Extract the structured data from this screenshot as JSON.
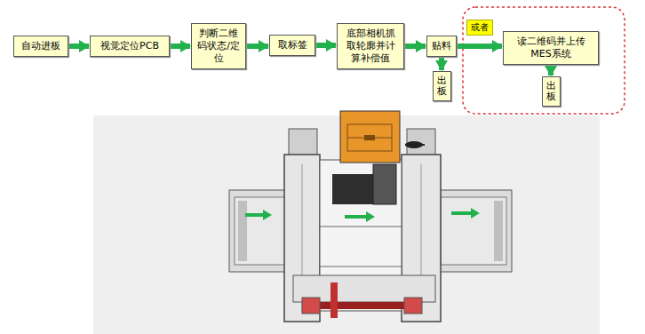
{
  "diagram": {
    "nodes": [
      {
        "text": [
          "自动进板"
        ]
      },
      {
        "text": [
          "视觉定位PCB"
        ]
      },
      {
        "text": [
          "判断二维码状态/定位"
        ]
      },
      {
        "text": [
          "取标签"
        ]
      },
      {
        "text": [
          "底部相机抓取轮廓并计算补偿值"
        ]
      },
      {
        "text": [
          "贴料"
        ]
      },
      {
        "text": [
          "出板"
        ]
      },
      {
        "text": [
          "读二维码并上传MES系统"
        ]
      },
      {
        "text": [
          "出板"
        ]
      }
    ],
    "edges": [
      {
        "from": 0,
        "to": 1,
        "arrow": "to"
      },
      {
        "from": 1,
        "to": 2,
        "arrow": "to"
      },
      {
        "from": 2,
        "to": 3,
        "arrow": "to"
      },
      {
        "from": 3,
        "to": 4,
        "arrow": "to"
      },
      {
        "from": 4,
        "to": 5,
        "arrow": "to"
      },
      {
        "from": 5,
        "to": 6,
        "arrow": "to"
      },
      {
        "from": 5,
        "to": 7,
        "label": "或者",
        "arrow": "to"
      },
      {
        "from": 7,
        "to": 8,
        "arrow": "to"
      }
    ]
  }
}
